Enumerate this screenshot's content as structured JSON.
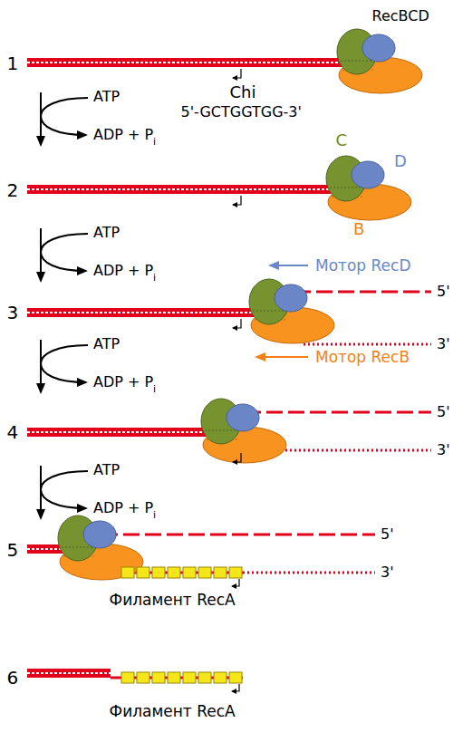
{
  "diagram": {
    "labels": [
      "RecBCD",
      "1",
      "ATP",
      "Chi",
      "5'-GCTGGTGG-3'",
      "ADP + P",
      "i",
      "C",
      "2",
      "D",
      "B",
      "ATP",
      "Мотор RecD",
      "ADP + P",
      "i",
      "3",
      "5'",
      "3'",
      "ATP",
      "Мотор RecB",
      "ADP + P",
      "i",
      "4",
      "5'",
      "3'",
      "ATP",
      "ADP + P",
      "i",
      "5",
      "5'",
      "3'",
      "Филамент RecA",
      "6",
      "Филамент RecA"
    ]
  }
}
